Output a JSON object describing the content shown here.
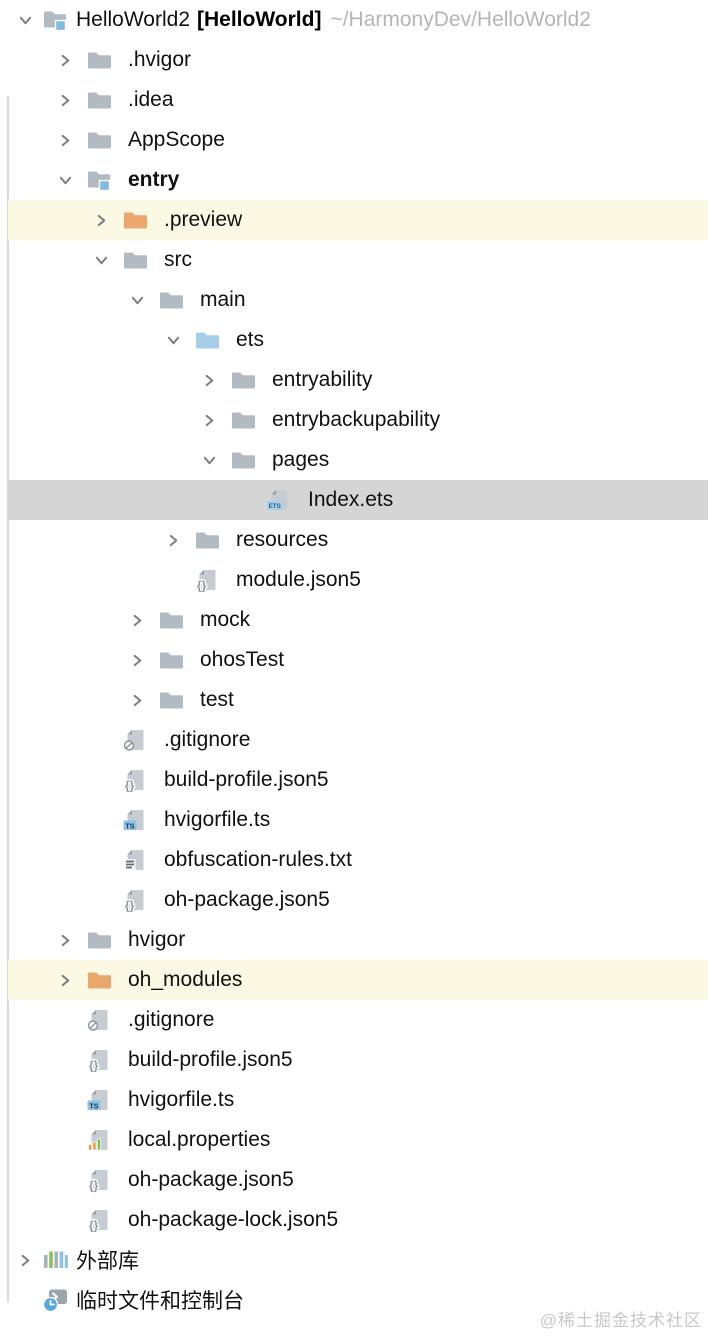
{
  "colors": {
    "folder_gray": "#b2bac2",
    "folder_orange": "#eaa76e",
    "folder_blue": "#a7cee9",
    "accent_blue": "#82bce3",
    "highlight_yellow": "#fbf8e3",
    "highlight_selected": "#d5d5d5",
    "label": "#111111",
    "path_gray": "#b5b5b5",
    "chevron": "#7b7b7b",
    "line": "#d9d9d9",
    "watermark": "#c8c8c8"
  },
  "tree": {
    "rows": [
      {
        "name": "project-root",
        "label": "HelloWorld2",
        "alias": "[HelloWorld]",
        "path": "~/HarmonyDev/HelloWorld2",
        "level": 0,
        "chevron": "down",
        "icon": "project",
        "symbol": "module",
        "bold": false,
        "highlight": ""
      },
      {
        "name": "hvigor-hidden-folder",
        "label": ".hvigor",
        "level": 1,
        "chevron": "right",
        "icon": "folder",
        "bold": false,
        "highlight": ""
      },
      {
        "name": "idea-folder",
        "label": ".idea",
        "level": 1,
        "chevron": "right",
        "icon": "folder",
        "bold": false,
        "highlight": ""
      },
      {
        "name": "appscope-folder",
        "label": "AppScope",
        "level": 1,
        "chevron": "right",
        "icon": "folder",
        "bold": false,
        "highlight": ""
      },
      {
        "name": "entry-module",
        "label": "entry",
        "level": 1,
        "chevron": "down",
        "icon": "module",
        "bold": true,
        "highlight": ""
      },
      {
        "name": "preview-folder",
        "label": ".preview",
        "level": 2,
        "chevron": "right",
        "icon": "folder-orange",
        "bold": false,
        "highlight": "yellow"
      },
      {
        "name": "src-folder",
        "label": "src",
        "level": 2,
        "chevron": "down",
        "icon": "folder",
        "bold": false,
        "highlight": ""
      },
      {
        "name": "main-folder",
        "label": "main",
        "level": 3,
        "chevron": "down",
        "icon": "folder",
        "bold": false,
        "highlight": ""
      },
      {
        "name": "ets-folder",
        "label": "ets",
        "level": 4,
        "chevron": "down",
        "icon": "folder-blue",
        "bold": false,
        "highlight": ""
      },
      {
        "name": "entryability-folder",
        "label": "entryability",
        "level": 5,
        "chevron": "right",
        "icon": "folder",
        "bold": false,
        "highlight": ""
      },
      {
        "name": "entrybackupability-folder",
        "label": "entrybackupability",
        "level": 5,
        "chevron": "right",
        "icon": "folder",
        "bold": false,
        "highlight": ""
      },
      {
        "name": "pages-folder",
        "label": "pages",
        "level": 5,
        "chevron": "down",
        "icon": "folder",
        "bold": false,
        "highlight": ""
      },
      {
        "name": "index-ets-file",
        "label": "Index.ets",
        "level": 6,
        "chevron": "",
        "icon": "file-ets",
        "bold": false,
        "highlight": "selected"
      },
      {
        "name": "resources-folder",
        "label": "resources",
        "level": 4,
        "chevron": "right",
        "icon": "folder",
        "bold": false,
        "highlight": ""
      },
      {
        "name": "module-json5-file",
        "label": "module.json5",
        "level": 4,
        "chevron": "",
        "icon": "file-json5",
        "bold": false,
        "highlight": ""
      },
      {
        "name": "mock-folder",
        "label": "mock",
        "level": 3,
        "chevron": "right",
        "icon": "folder",
        "bold": false,
        "highlight": ""
      },
      {
        "name": "ohostest-folder",
        "label": "ohosTest",
        "level": 3,
        "chevron": "right",
        "icon": "folder",
        "bold": false,
        "highlight": ""
      },
      {
        "name": "test-folder",
        "label": "test",
        "level": 3,
        "chevron": "right",
        "icon": "folder",
        "bold": false,
        "highlight": ""
      },
      {
        "name": "entry-gitignore-file",
        "label": ".gitignore",
        "level": 2,
        "chevron": "",
        "icon": "file-ignore",
        "bold": false,
        "highlight": ""
      },
      {
        "name": "entry-build-profile-file",
        "label": "build-profile.json5",
        "level": 2,
        "chevron": "",
        "icon": "file-json5",
        "bold": false,
        "highlight": ""
      },
      {
        "name": "entry-hvigorfile-file",
        "label": "hvigorfile.ts",
        "level": 2,
        "chevron": "",
        "icon": "file-ts",
        "bold": false,
        "highlight": ""
      },
      {
        "name": "obfuscation-rules-file",
        "label": "obfuscation-rules.txt",
        "level": 2,
        "chevron": "",
        "icon": "file-txt",
        "bold": false,
        "highlight": ""
      },
      {
        "name": "entry-oh-package-file",
        "label": "oh-package.json5",
        "level": 2,
        "chevron": "",
        "icon": "file-json5",
        "bold": false,
        "highlight": ""
      },
      {
        "name": "hvigor-folder",
        "label": "hvigor",
        "level": 1,
        "chevron": "right",
        "icon": "folder",
        "bold": false,
        "highlight": ""
      },
      {
        "name": "oh-modules-folder",
        "label": "oh_modules",
        "level": 1,
        "chevron": "right",
        "icon": "folder-orange",
        "bold": false,
        "highlight": "yellow"
      },
      {
        "name": "root-gitignore-file",
        "label": ".gitignore",
        "level": 1,
        "chevron": "",
        "icon": "file-ignore",
        "bold": false,
        "highlight": ""
      },
      {
        "name": "root-build-profile-file",
        "label": "build-profile.json5",
        "level": 1,
        "chevron": "",
        "icon": "file-json5",
        "bold": false,
        "highlight": ""
      },
      {
        "name": "root-hvigorfile-file",
        "label": "hvigorfile.ts",
        "level": 1,
        "chevron": "",
        "icon": "file-ts",
        "bold": false,
        "highlight": ""
      },
      {
        "name": "local-properties-file",
        "label": "local.properties",
        "level": 1,
        "chevron": "",
        "icon": "file-props",
        "bold": false,
        "highlight": ""
      },
      {
        "name": "root-oh-package-file",
        "label": "oh-package.json5",
        "level": 1,
        "chevron": "",
        "icon": "file-json5",
        "bold": false,
        "highlight": ""
      },
      {
        "name": "oh-package-lock-file",
        "label": "oh-package-lock.json5",
        "level": 1,
        "chevron": "",
        "icon": "file-json5",
        "bold": false,
        "highlight": ""
      },
      {
        "name": "external-libraries",
        "label": "外部库",
        "level": 0,
        "chevron": "right",
        "icon": "libs",
        "bold": false,
        "highlight": ""
      },
      {
        "name": "scratches-and-consoles",
        "label": "临时文件和控制台",
        "level": 0,
        "chevron": "",
        "icon": "scratch",
        "bold": false,
        "highlight": ""
      }
    ]
  },
  "watermark": {
    "text": "@稀土掘金技术社区"
  }
}
